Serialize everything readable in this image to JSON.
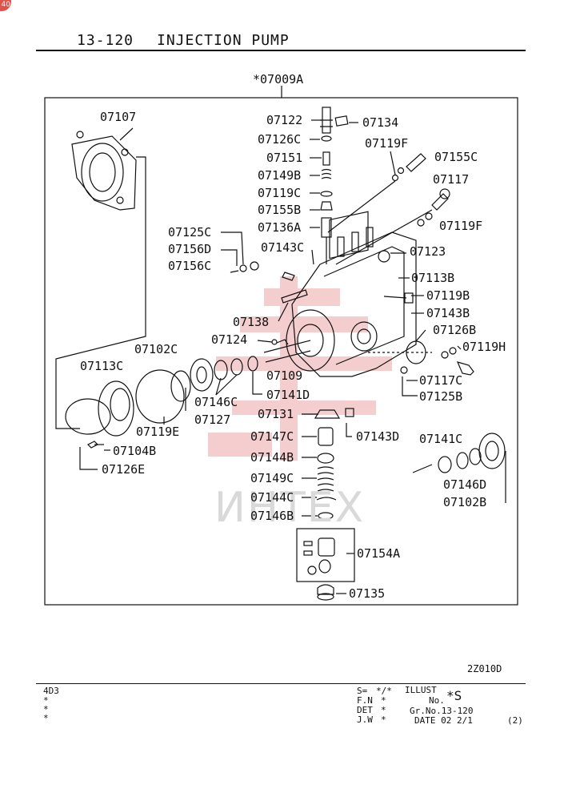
{
  "header": {
    "page_number": "13-120",
    "title": "INJECTION PUMP"
  },
  "assembly_label": "*07009A",
  "watermark": "ИНТЕХ",
  "corner_badge": "40",
  "colors": {
    "ink": "#111111",
    "stamp": "#f3c6c6",
    "watermark": "#d9d9d9",
    "badge": "#e0524a"
  },
  "part_labels": {
    "p07107": "07107",
    "p07122": "07122",
    "p07134": "07134",
    "p07126C": "07126C",
    "p07119F_a": "07119F",
    "p07151": "07151",
    "p07155C": "07155C",
    "p07149B": "07149B",
    "p07117": "07117",
    "p07119C": "07119C",
    "p07155B": "07155B",
    "p07136A": "07136A",
    "p07119F_b": "07119F",
    "p07125C": "07125C",
    "p07156D": "07156D",
    "p07143C": "07143C",
    "p07123": "07123",
    "p07156C": "07156C",
    "p07113B": "07113B",
    "p07119B": "07119B",
    "p07143B": "07143B",
    "p07138": "07138",
    "p07126B": "07126B",
    "p07124": "07124",
    "p07102C": "07102C",
    "p07119H": "07119H",
    "p07113C": "07113C",
    "p07109": "07109",
    "p07117C": "07117C",
    "p07146C_a": "07146C",
    "p07141D": "07141D",
    "p07125B": "07125B",
    "p07119E": "07119E",
    "p07127": "07127",
    "p07131": "07131",
    "p07104B": "07104B",
    "p07147C": "07147C",
    "p07143D": "07143D",
    "p07126E": "07126E",
    "p07144B": "07144B",
    "p07141C": "07141C",
    "p07149C": "07149C",
    "p07144C": "07144C",
    "p07146D": "07146D",
    "p07146B": "07146B",
    "p07102B": "07102B",
    "p07154A": "07154A",
    "p07135": "07135"
  },
  "footer": {
    "illust_code": "2Z010D",
    "left_code": "4D3",
    "left_marks": [
      "*",
      "*",
      "*"
    ],
    "rows": [
      {
        "key": "S=",
        "val": "*/*"
      },
      {
        "key": "F.N",
        "val": "*"
      },
      {
        "key": "DET",
        "val": "*"
      },
      {
        "key": "J.W",
        "val": "*"
      }
    ],
    "illust_label": "ILLUST",
    "no_label": "No.",
    "illust_no": "*S",
    "gr_no": "Gr.No.13-120",
    "date": "DATE 02 2/1",
    "sheet": "(2)"
  }
}
